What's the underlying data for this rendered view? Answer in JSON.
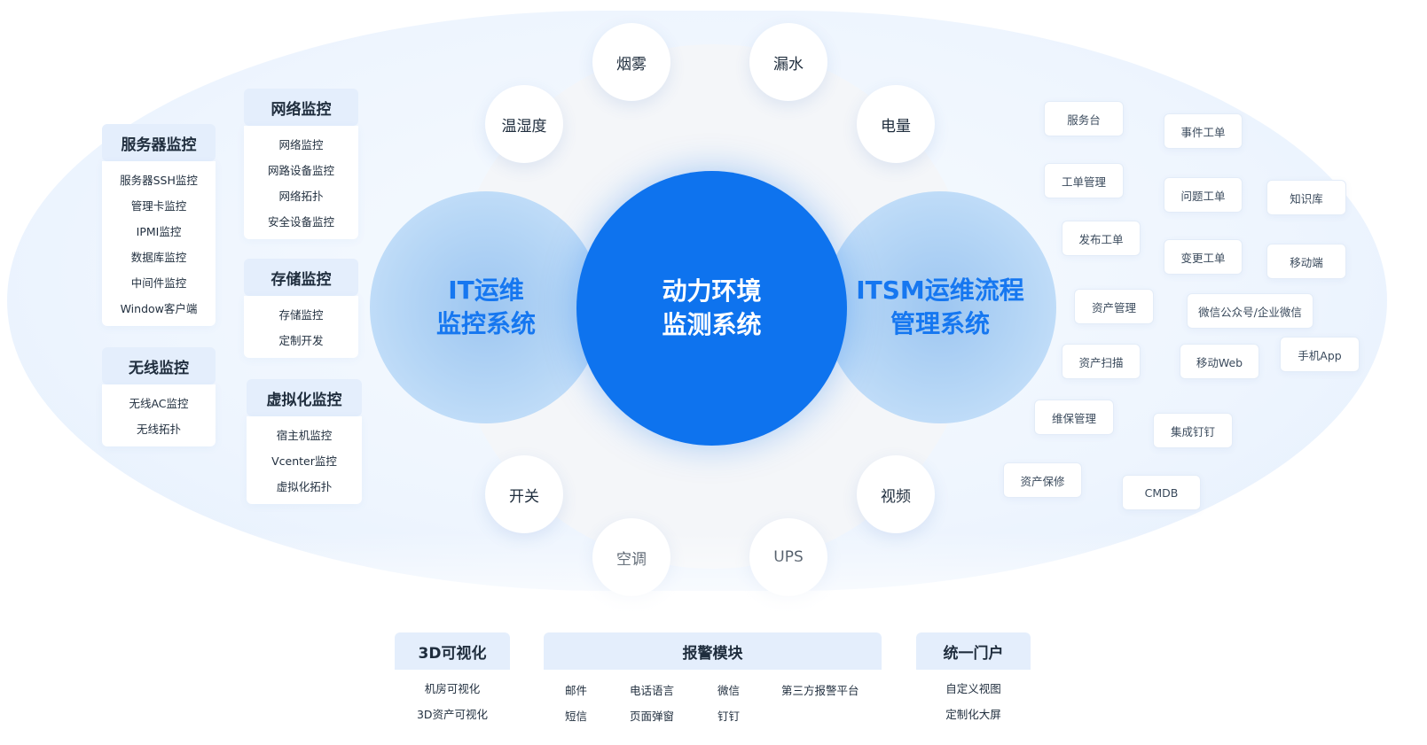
{
  "core": {
    "left": [
      "IT运维",
      "监控系统"
    ],
    "center": [
      "动力环境",
      "监测系统"
    ],
    "right": [
      "ITSM运维流程",
      "管理系统"
    ]
  },
  "sensors": [
    "烟雾",
    "漏水",
    "温湿度",
    "电量",
    "开关",
    "视频",
    "空调",
    "UPS"
  ],
  "panels": {
    "server": {
      "title": "服务器监控",
      "items": [
        "服务器SSH监控",
        "管理卡监控",
        "IPMI监控",
        "数据库监控",
        "中间件监控",
        "Window客户端"
      ]
    },
    "wireless": {
      "title": "无线监控",
      "items": [
        "无线AC监控",
        "无线拓扑"
      ]
    },
    "network": {
      "title": "网络监控",
      "items": [
        "网络监控",
        "网路设备监控",
        "网络拓扑",
        "安全设备监控"
      ]
    },
    "storage": {
      "title": "存储监控",
      "items": [
        "存储监控",
        "定制开发"
      ]
    },
    "virtual": {
      "title": "虚拟化监控",
      "items": [
        "宿主机监控",
        "Vcenter监控",
        "虚拟化拓扑"
      ]
    }
  },
  "itsm_chips": [
    "服务台",
    "事件工单",
    "工单管理",
    "问题工单",
    "知识库",
    "发布工单",
    "变更工单",
    "移动端",
    "资产管理",
    "微信公众号/企业微信",
    "资产扫描",
    "移动Web",
    "手机App",
    "维保管理",
    "集成钉钉",
    "资产保修",
    "CMDB"
  ],
  "bottom": {
    "visual": {
      "title": "3D可视化",
      "items": [
        "机房可视化",
        "3D资产可视化"
      ]
    },
    "alarm": {
      "title": "报警模块",
      "row1": [
        "邮件",
        "电话语言",
        "微信",
        "第三方报警平台"
      ],
      "row2": [
        "短信",
        "页面弹窗",
        "钉钉"
      ]
    },
    "portal": {
      "title": "统一门户",
      "items": [
        "自定义视图",
        "定制化大屏"
      ]
    }
  }
}
